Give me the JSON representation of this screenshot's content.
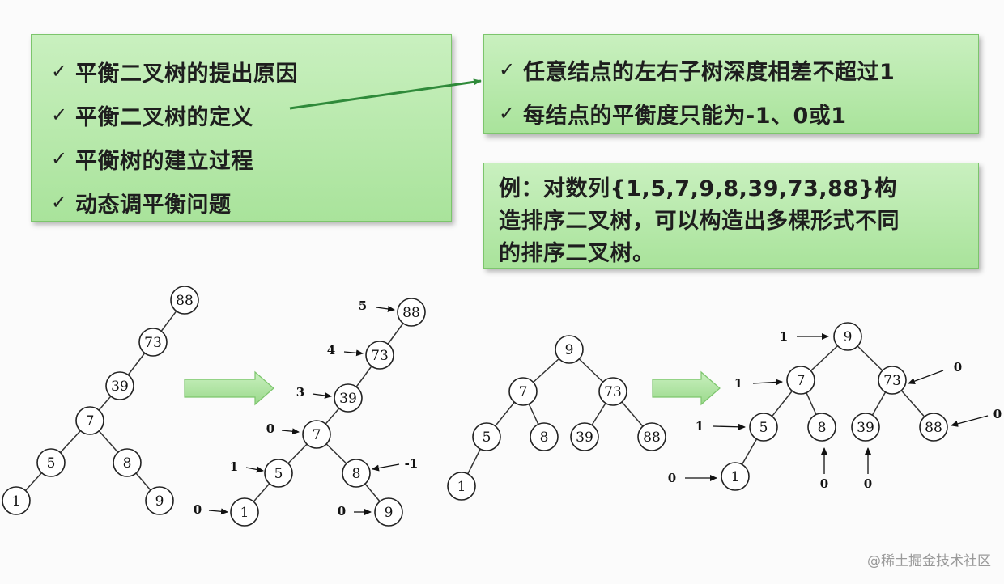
{
  "topics": {
    "check_mark": "✓",
    "items": [
      "平衡二叉树的提出原因",
      "平衡二叉树的定义",
      "平衡树的建立过程",
      "动态调平衡问题"
    ]
  },
  "rules": {
    "items": [
      "任意结点的左右子树深度相差不超过1",
      "每结点的平衡度只能为-1、0或1"
    ]
  },
  "example": {
    "lines": [
      "例：对数列{1,5,7,9,8,39,73,88}构",
      "造排序二叉树，可以构造出多棵形式不同",
      "的排序二叉树。"
    ]
  },
  "trees": [
    {
      "nodes": [
        "88",
        "73",
        "39",
        "7",
        "5",
        "8",
        "1",
        "9"
      ],
      "edges": [
        [
          0,
          1
        ],
        [
          1,
          2
        ],
        [
          2,
          3
        ],
        [
          3,
          4
        ],
        [
          3,
          5
        ],
        [
          4,
          6
        ],
        [
          5,
          7
        ]
      ]
    },
    {
      "nodes": [
        "88",
        "73",
        "39",
        "7",
        "5",
        "8",
        "1",
        "9"
      ],
      "edges": [
        [
          0,
          1
        ],
        [
          1,
          2
        ],
        [
          2,
          3
        ],
        [
          3,
          4
        ],
        [
          3,
          5
        ],
        [
          4,
          6
        ],
        [
          5,
          7
        ]
      ],
      "balance_labels": [
        "5",
        "4",
        "3",
        "0",
        "1",
        "-1",
        "0",
        "0"
      ]
    },
    {
      "nodes": [
        "9",
        "7",
        "73",
        "5",
        "8",
        "39",
        "88",
        "1"
      ],
      "edges": [
        [
          0,
          1
        ],
        [
          0,
          2
        ],
        [
          1,
          3
        ],
        [
          1,
          4
        ],
        [
          2,
          5
        ],
        [
          2,
          6
        ],
        [
          3,
          7
        ]
      ]
    },
    {
      "nodes": [
        "9",
        "7",
        "73",
        "5",
        "8",
        "39",
        "88",
        "1"
      ],
      "edges": [
        [
          0,
          1
        ],
        [
          0,
          2
        ],
        [
          1,
          3
        ],
        [
          1,
          4
        ],
        [
          2,
          5
        ],
        [
          2,
          6
        ],
        [
          3,
          7
        ]
      ],
      "balance_labels": [
        "1",
        "1",
        "0",
        "1",
        "0",
        "0",
        "0",
        "0"
      ]
    }
  ],
  "colors": {
    "box_fill": "#b6e8a8",
    "box_border": "#7cc56c",
    "arrow_fill": "#a8e09a",
    "pointer": "#2f8a3a"
  },
  "watermark": "@稀土掘金技术社区"
}
